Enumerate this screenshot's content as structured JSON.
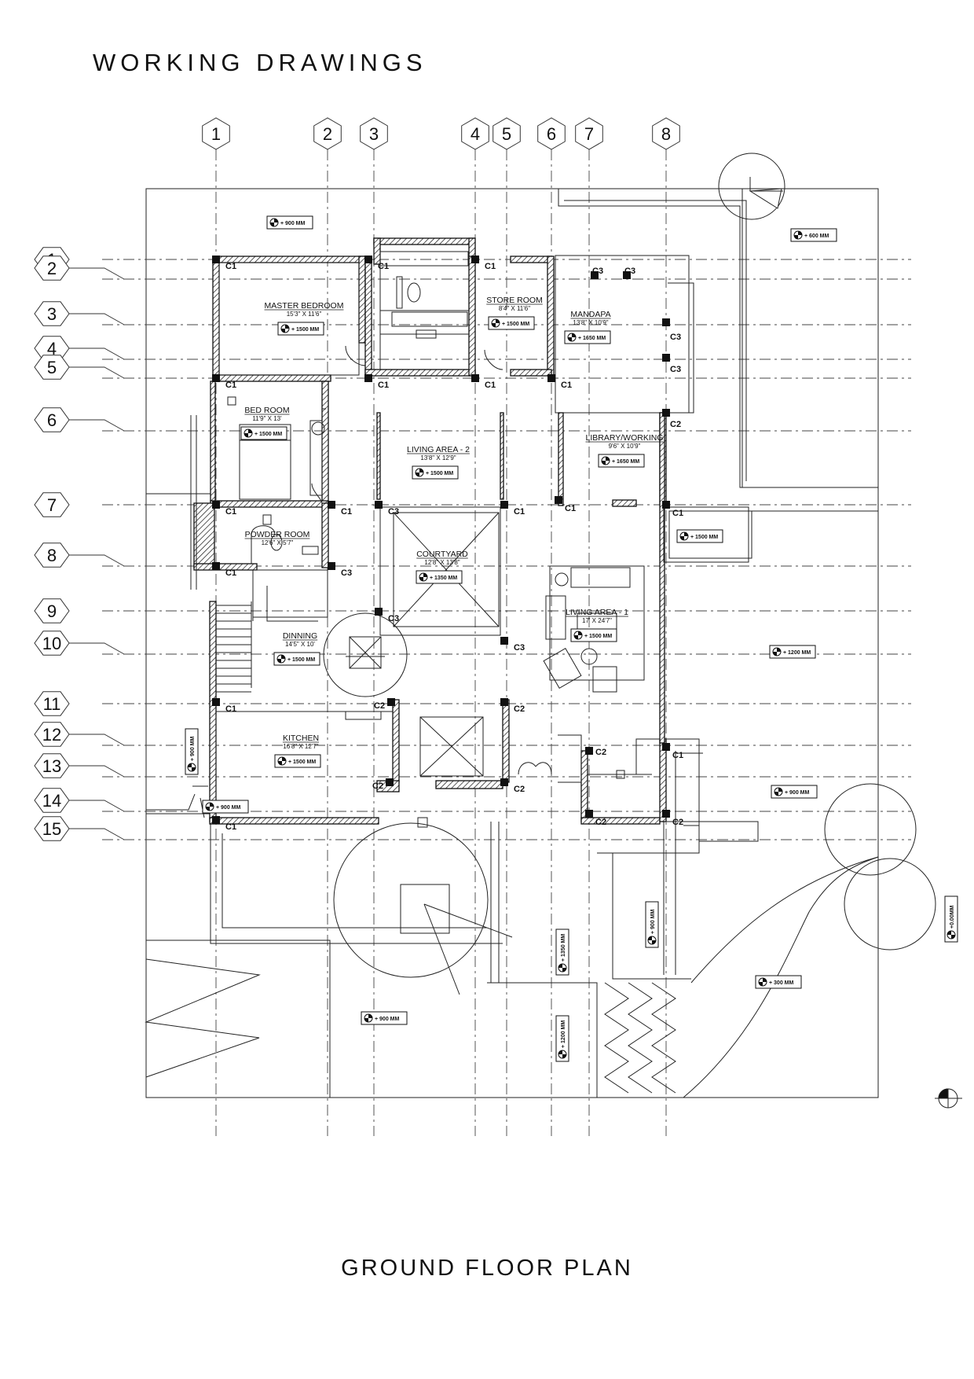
{
  "header": {
    "title": "WORKING DRAWINGS"
  },
  "footer": {
    "title": "GROUND FLOOR PLAN"
  },
  "grid_columns": [
    "1",
    "2",
    "3",
    "4",
    "5",
    "6",
    "7",
    "8"
  ],
  "grid_rows": [
    "1",
    "2",
    "3",
    "4",
    "5",
    "6",
    "7",
    "8",
    "9",
    "10",
    "11",
    "12",
    "13",
    "14",
    "15"
  ],
  "rooms": [
    {
      "name": "MASTER BEDROOM",
      "size": "15'3\" X 11'6\"",
      "level": "+ 1500 MM"
    },
    {
      "name": "STORE ROOM",
      "size": "8'4\" X 11'6\"",
      "level": "+ 1500 MM"
    },
    {
      "name": "MANDAPA",
      "size": "13'8\" X 10'9\"",
      "level": "+ 1650 MM"
    },
    {
      "name": "BED ROOM",
      "size": "11'9\" X 13'",
      "level": "+ 1500 MM"
    },
    {
      "name": "LIVING AREA - 2",
      "size": "13'8\" X 12'9\"",
      "level": "+ 1500 MM"
    },
    {
      "name": "LIBRARY/WORKING",
      "size": "9'6\" X 10'9\"",
      "level": "+ 1650 MM"
    },
    {
      "name": "POWDER ROOM",
      "size": "12'6\" X 5'7\"",
      "level": ""
    },
    {
      "name": "COURTYARD",
      "size": "12'8\" X 13'8\"",
      "level": "+ 1350 MM"
    },
    {
      "name": "LIVING AREA - 1",
      "size": "17' X 24'7\"",
      "level": "+ 1500 MM"
    },
    {
      "name": "DINNING",
      "size": "14'5\" X 10'",
      "level": "+ 1500 MM"
    },
    {
      "name": "KITCHEN",
      "size": "16'8\" X 12'7\"",
      "level": "+ 1500 MM"
    }
  ],
  "levels": [
    {
      "text": "+ 900 MM"
    },
    {
      "text": "+ 900 MM"
    },
    {
      "text": "+ 600 MM"
    },
    {
      "text": "+ 1500 MM"
    },
    {
      "text": "+ 1200 MM"
    },
    {
      "text": "+ 900 MM"
    },
    {
      "text": "+ 900 MM"
    },
    {
      "text": "+ 1350 MM"
    },
    {
      "text": "+ 900 MM"
    },
    {
      "text": "+ 1200 MM"
    },
    {
      "text": "+ 300 MM"
    },
    {
      "text": "+ 900 MM"
    },
    {
      "text": "+0.00MM"
    }
  ],
  "columns": [
    {
      "tag": "C1"
    },
    {
      "tag": "C1"
    },
    {
      "tag": "C1"
    },
    {
      "tag": "C3"
    },
    {
      "tag": "C3"
    },
    {
      "tag": "C3"
    },
    {
      "tag": "C3"
    },
    {
      "tag": "C1"
    },
    {
      "tag": "C1"
    },
    {
      "tag": "C1"
    },
    {
      "tag": "C1"
    },
    {
      "tag": "C2"
    },
    {
      "tag": "C1"
    },
    {
      "tag": "C1"
    },
    {
      "tag": "C3"
    },
    {
      "tag": "C1"
    },
    {
      "tag": "C1"
    },
    {
      "tag": "C1"
    },
    {
      "tag": "C1"
    },
    {
      "tag": "C3"
    },
    {
      "tag": "C3"
    },
    {
      "tag": "C3"
    },
    {
      "tag": "C1"
    },
    {
      "tag": "C2"
    },
    {
      "tag": "C2"
    },
    {
      "tag": "C2"
    },
    {
      "tag": "C1"
    },
    {
      "tag": "C2"
    },
    {
      "tag": "C2"
    },
    {
      "tag": "C2"
    },
    {
      "tag": "C2"
    },
    {
      "tag": "C1"
    }
  ]
}
